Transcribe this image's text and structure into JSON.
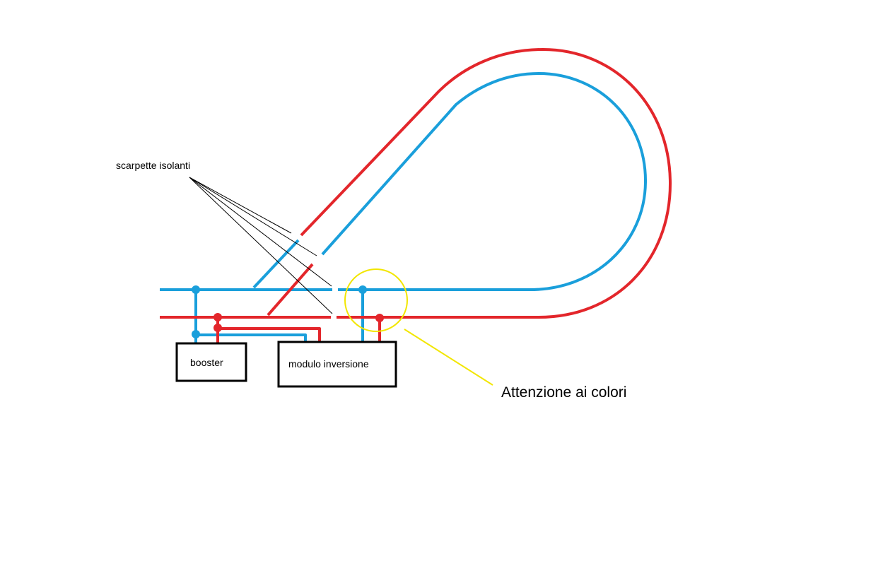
{
  "labels": {
    "insulators": "scarpette isolanti",
    "booster": "booster",
    "module": "modulo inversione",
    "warning": "Attenzione ai colori"
  },
  "colors": {
    "blue_rail": "#1a9fdb",
    "red_rail": "#e3262b",
    "box_border": "#000000",
    "leader_line": "#000000",
    "highlight": "#f2e600"
  }
}
